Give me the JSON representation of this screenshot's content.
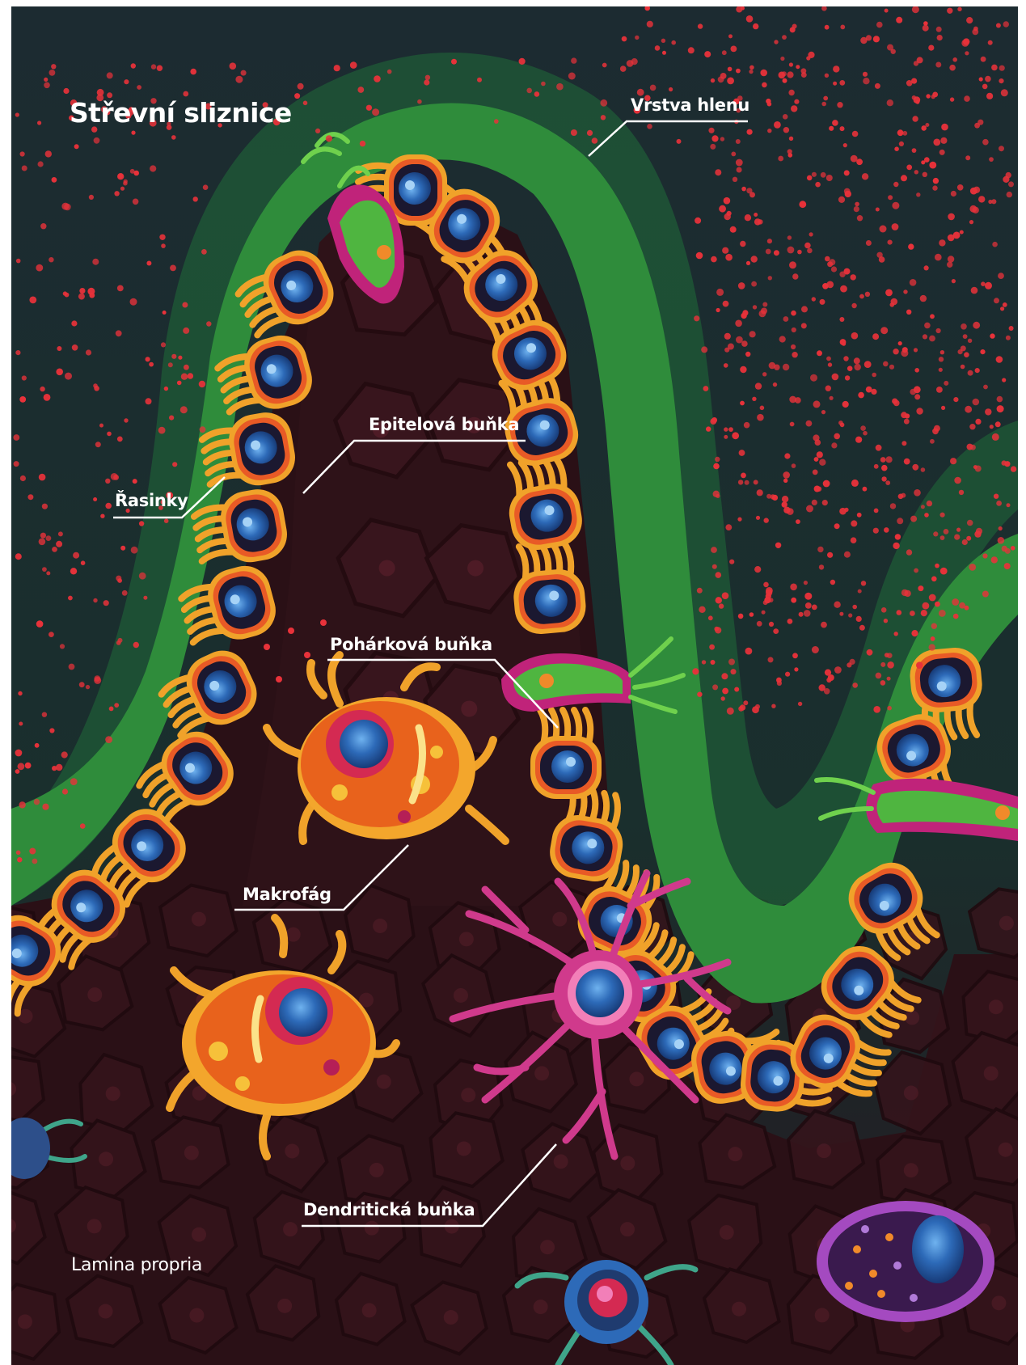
{
  "title": "Střevní sliznice",
  "labels": {
    "mucus_layer": "Vrstva hlenu",
    "epithelial_cell": "Epitelová buňka",
    "microvilli": "Řasinky",
    "goblet_cell": "Pohárková buňka",
    "macrophage": "Makrofág",
    "dendritic_cell": "Dendritická buňka",
    "lamina_propria": "Lamina propria"
  },
  "colors": {
    "background_top": "#1a2a30",
    "background_tissue": "#2a1016",
    "mucus_green": "#2f8c3b",
    "mucus_outer": "#1f5b37",
    "microvilli_yellow": "#f0a22a",
    "cell_outline_orange": "#e85a26",
    "nucleus_blue": "#2d6ab8",
    "goblet_pink": "#c0237a",
    "macrophage_orange": "#e8621c",
    "dendritic_magenta": "#d03a8c",
    "bacteria_red": "#e8323a"
  }
}
